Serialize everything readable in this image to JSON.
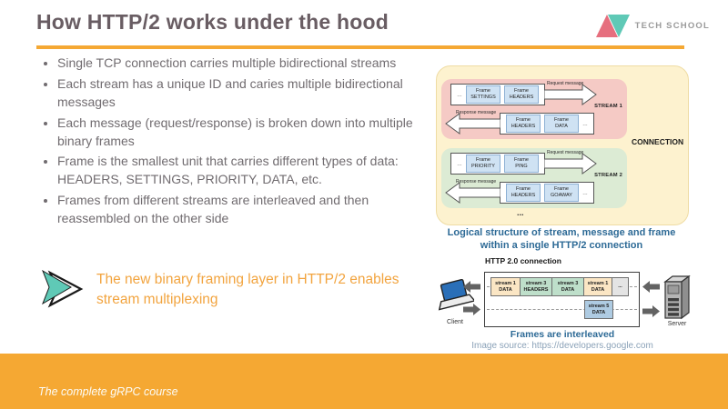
{
  "header": {
    "title": "How HTTP/2 works under the hood",
    "brand": "TECH SCHOOL"
  },
  "bullets": {
    "items": [
      "Single TCP connection carries multiple bidirectional streams",
      "Each stream has a unique ID and caries multiple bidirectional messages",
      "Each message (request/response) is broken down into multiple binary frames",
      "Frame is the smallest unit that carries different types of data: HEADERS, SETTINGS, PRIORITY, DATA, etc.",
      "Frames from different streams are interleaved and then reassembled on the other side"
    ]
  },
  "callout": {
    "text": "The new binary framing layer in HTTP/2 enables stream multiplexing"
  },
  "stream_diagram": {
    "connection_label": "CONNECTION",
    "more": "...",
    "caption1": "Logical structure of stream, message and frame",
    "caption2": "within a single HTTP/2 connection",
    "streams": [
      {
        "label": "STREAM 1",
        "request_label": "Request message",
        "response_label": "Response message",
        "req_more": "...",
        "res_more": "...",
        "req_frames": [
          {
            "t": "Frame",
            "n": "SETTINGS"
          },
          {
            "t": "Frame",
            "n": "HEADERS"
          }
        ],
        "res_frames": [
          {
            "t": "Frame",
            "n": "HEADERS"
          },
          {
            "t": "Frame",
            "n": "DATA"
          }
        ]
      },
      {
        "label": "STREAM 2",
        "request_label": "Request message",
        "response_label": "Response message",
        "req_more": "...",
        "res_more": "...",
        "req_frames": [
          {
            "t": "Frame",
            "n": "PRIORITY"
          },
          {
            "t": "Frame",
            "n": "PING"
          }
        ],
        "res_frames": [
          {
            "t": "Frame",
            "n": "HEADERS"
          },
          {
            "t": "Frame",
            "n": "GOAWAY"
          }
        ]
      }
    ]
  },
  "interleave_diagram": {
    "title": "HTTP 2.0 connection",
    "client": "Client",
    "server": "Server",
    "frames_top": [
      {
        "s": "stream 1",
        "t": "DATA"
      },
      {
        "s": "stream 3",
        "t": "HEADERS"
      },
      {
        "s": "stream 3",
        "t": "DATA"
      },
      {
        "s": "stream 1",
        "t": "DATA"
      },
      {
        "s": "...",
        "t": ""
      }
    ],
    "frame_bottom": {
      "s": "stream 5",
      "t": "DATA"
    },
    "caption": "Frames are interleaved",
    "source": "Image source: https://developers.google.com"
  },
  "footer": {
    "text": "The complete gRPC course"
  },
  "colors": {
    "accent_orange": "#f5a833",
    "brand_pink": "#e66f7e",
    "brand_teal": "#5fc9b6",
    "caption_blue": "#2d6a96",
    "connection_bg": "#fdf2cf",
    "stream1_bg": "#f5cac5",
    "stream2_bg": "#dcebd4",
    "frame_blue": "#cfe2f3",
    "frame_tan": "#fbe6c4",
    "frame_green": "#bedfca",
    "frame_blue2": "#aecbe2"
  }
}
